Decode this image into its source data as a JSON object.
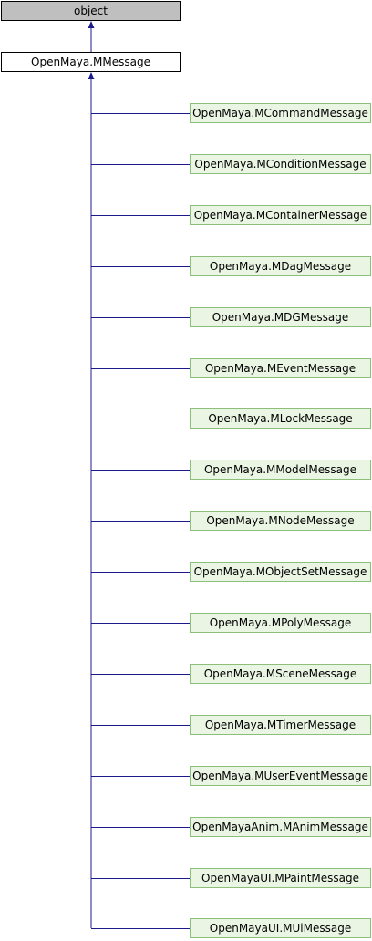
{
  "colors": {
    "edge": "#1a1a8c",
    "root_fill": "#bfbfbf",
    "base_fill": "#ffffff",
    "derived_fill": "#eaf5e4",
    "derived_border": "#8bbf7a"
  },
  "root": {
    "label": "object"
  },
  "base": {
    "label": "OpenMaya.MMessage"
  },
  "children": [
    {
      "label": "OpenMaya.MCommandMessage"
    },
    {
      "label": "OpenMaya.MConditionMessage"
    },
    {
      "label": "OpenMaya.MContainerMessage"
    },
    {
      "label": "OpenMaya.MDagMessage"
    },
    {
      "label": "OpenMaya.MDGMessage"
    },
    {
      "label": "OpenMaya.MEventMessage"
    },
    {
      "label": "OpenMaya.MLockMessage"
    },
    {
      "label": "OpenMaya.MModelMessage"
    },
    {
      "label": "OpenMaya.MNodeMessage"
    },
    {
      "label": "OpenMaya.MObjectSetMessage"
    },
    {
      "label": "OpenMaya.MPolyMessage"
    },
    {
      "label": "OpenMaya.MSceneMessage"
    },
    {
      "label": "OpenMaya.MTimerMessage"
    },
    {
      "label": "OpenMaya.MUserEventMessage"
    },
    {
      "label": "OpenMayaAnim.MAnimMessage"
    },
    {
      "label": "OpenMayaUI.MPaintMessage"
    },
    {
      "label": "OpenMayaUI.MUiMessage"
    }
  ]
}
